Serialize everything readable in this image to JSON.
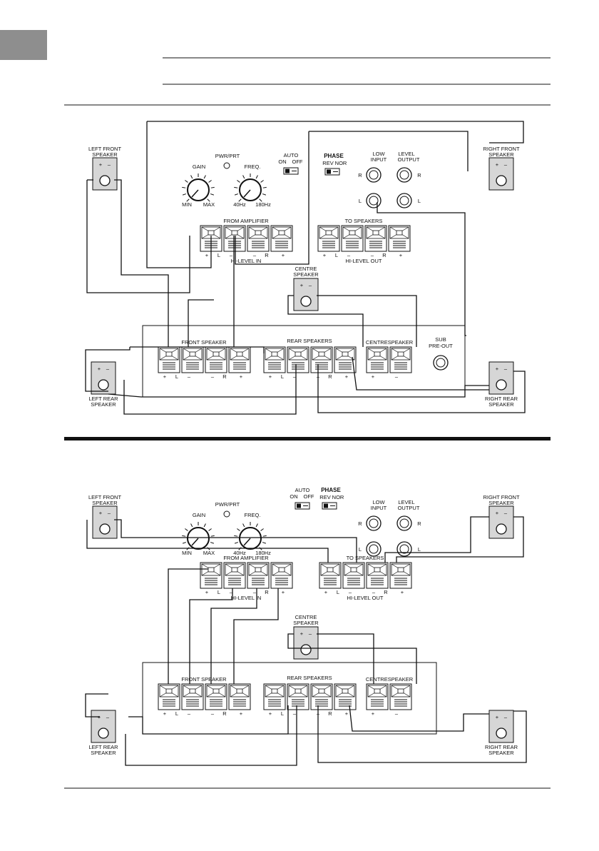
{
  "labels": {
    "pwr_prt": "PWR/PRT",
    "gain": "GAIN",
    "freq": "FREQ.",
    "min": "MIN",
    "max": "MAX",
    "hz40": "40Hz",
    "hz180": "180Hz",
    "auto": "AUTO",
    "on": "ON",
    "off": "OFF",
    "phase": "PHASE",
    "rev": "REV",
    "nor": "NOR",
    "low": "LOW",
    "level": "LEVEL",
    "input": "INPUT",
    "output": "OUTPUT",
    "r": "R",
    "l": "L",
    "plus": "+",
    "minus": "–",
    "from_amplifier": "FROM AMPLIFIER",
    "hi_level_in": "HI-LEVEL IN",
    "to_speakers": "TO SPEAKERS",
    "hi_level_out": "HI-LEVEL OUT",
    "front_speaker": "FRONT SPEAKER",
    "rear_speakers": "REAR  SPEAKERS",
    "centre_speaker_terminal": "CENTRESPEAKER",
    "centre_speaker_1": "CENTRE",
    "centre_speaker_2": "SPEAKER",
    "sub_1": "SUB",
    "sub_2": "PRE-OUT",
    "left_front_1": "LEFT FRONT",
    "left_front_2": "SPEAKER",
    "right_front_1": "RIGHT FRONT",
    "right_front_2": "SPEAKER",
    "left_rear_1": "LEFT REAR",
    "left_rear_2": "SPEAKER",
    "right_rear_1": "RIGHT REAR",
    "right_rear_2": "SPEAKER"
  },
  "terminal_marks": {
    "amp": [
      "+",
      "L",
      "–",
      "–",
      "R",
      "+"
    ],
    "centre": [
      "+",
      "–"
    ]
  },
  "colors": {
    "ink": "#111111",
    "box_fill": "#d6d6d6",
    "tab": "#8e8e8e"
  }
}
